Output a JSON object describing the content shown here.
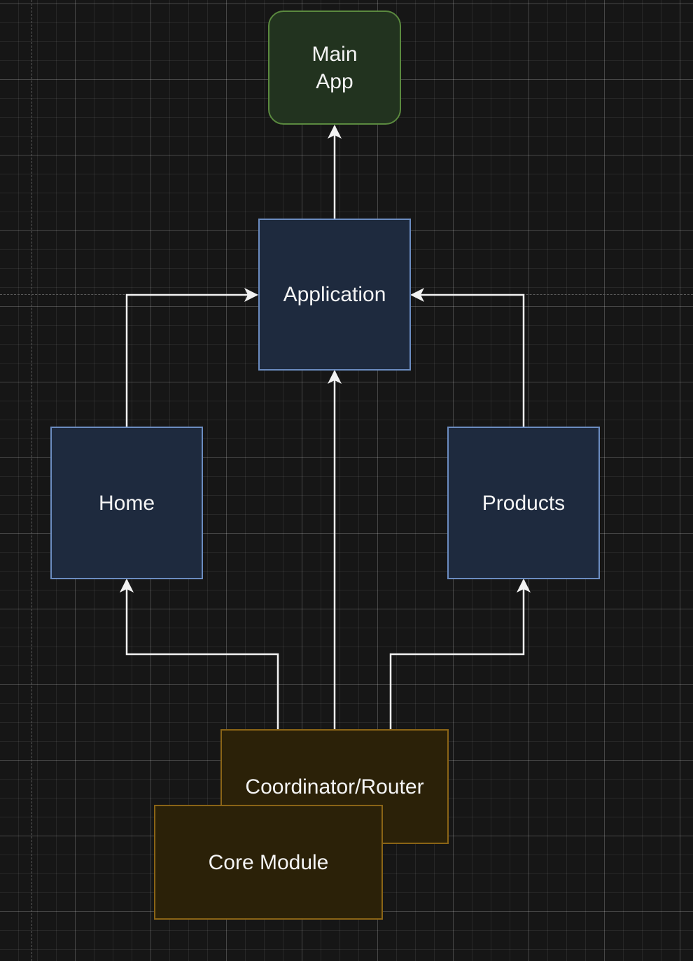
{
  "diagram": {
    "nodes": {
      "main_app": {
        "line1": "Main",
        "line2": "App"
      },
      "application": {
        "label": "Application"
      },
      "home": {
        "label": "Home"
      },
      "products": {
        "label": "Products"
      },
      "coordinator_router": {
        "label": "Coordinator/Router"
      },
      "core_module": {
        "label": "Core Module"
      }
    },
    "edges": [
      {
        "from": "application",
        "to": "main_app"
      },
      {
        "from": "home",
        "to": "application"
      },
      {
        "from": "products",
        "to": "application"
      },
      {
        "from": "coordinator_router",
        "to": "home"
      },
      {
        "from": "coordinator_router",
        "to": "application"
      },
      {
        "from": "coordinator_router",
        "to": "products"
      }
    ],
    "colors": {
      "background": "#161616",
      "feature_node_fill": "#1e2a3e",
      "feature_node_border": "#6b8cc0",
      "app_node_fill": "#22331f",
      "app_node_border": "#5b8a3f",
      "core_node_fill": "#2b2108",
      "core_node_border": "#8a6416",
      "edge": "#f2f2f2",
      "text": "#f4f4f4"
    }
  }
}
